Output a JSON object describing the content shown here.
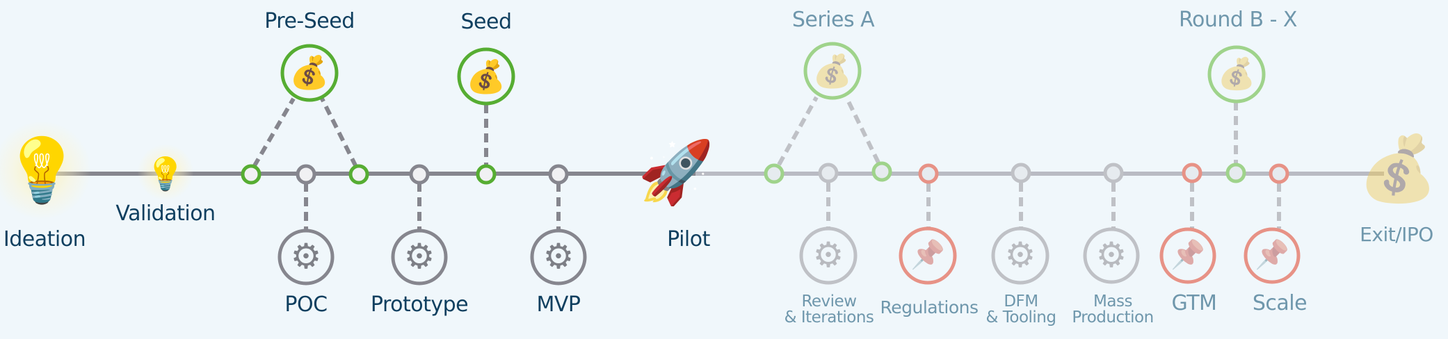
{
  "title": "Startup funding and product development timeline",
  "colors": {
    "background": "#f0f7fb",
    "label_active": "#0f3f5f",
    "label_future": "#6f97ac",
    "line_done": "#86868e",
    "line_future": "#b9bbc3",
    "funding_done": "#56ad32",
    "funding_future": "#9fd38b",
    "milestone_done": "#86868e",
    "milestone_future": "#bfc1c6",
    "regulatory_future": "#e79286",
    "node_fill": "#f1f1f3"
  },
  "start": {
    "label": "Ideation",
    "icon": "light-bulb-icon",
    "glyph": "💡"
  },
  "validation": {
    "label": "Validation",
    "icon": "light-bulb-icon",
    "glyph": "💡"
  },
  "pilot": {
    "label": "Pilot",
    "icon": "rocket-icon",
    "glyph": "🚀"
  },
  "exit": {
    "label": "Exit/IPO",
    "icon": "money-bag-icon",
    "glyph": "💰"
  },
  "funding_rounds": [
    {
      "label": "Pre-Seed",
      "status": "done",
      "icon": "money-bag-icon",
      "glyph": "💰"
    },
    {
      "label": "Seed",
      "status": "done",
      "icon": "money-bag-icon",
      "glyph": "💰"
    },
    {
      "label": "Series A",
      "status": "future",
      "icon": "money-bag-icon",
      "glyph": "💰"
    },
    {
      "label": "Round B - X",
      "status": "future",
      "icon": "money-bag-icon",
      "glyph": "💰"
    }
  ],
  "milestones": [
    {
      "label": "POC",
      "status": "done",
      "kind": "development",
      "icon": "gear-icon",
      "glyph": "⚙"
    },
    {
      "label": "Prototype",
      "status": "done",
      "kind": "development",
      "icon": "gear-icon",
      "glyph": "⚙"
    },
    {
      "label": "MVP",
      "status": "done",
      "kind": "development",
      "icon": "gear-icon",
      "glyph": "⚙"
    },
    {
      "label_line1": "Review",
      "label_line2": "& Iterations",
      "status": "future",
      "kind": "development",
      "icon": "gear-icon",
      "glyph": "⚙"
    },
    {
      "label": "Regulations",
      "status": "future",
      "kind": "business",
      "icon": "pushpin-icon",
      "glyph": "📌"
    },
    {
      "label_line1": "DFM",
      "label_line2": "& Tooling",
      "status": "future",
      "kind": "development",
      "icon": "gear-icon",
      "glyph": "⚙"
    },
    {
      "label_line1": "Mass",
      "label_line2": "Production",
      "status": "future",
      "kind": "development",
      "icon": "gear-icon",
      "glyph": "⚙"
    },
    {
      "label": "GTM",
      "status": "future",
      "kind": "business",
      "icon": "pushpin-icon",
      "glyph": "📌"
    },
    {
      "label": "Scale",
      "status": "future",
      "kind": "business",
      "icon": "pushpin-icon",
      "glyph": "📌"
    }
  ]
}
